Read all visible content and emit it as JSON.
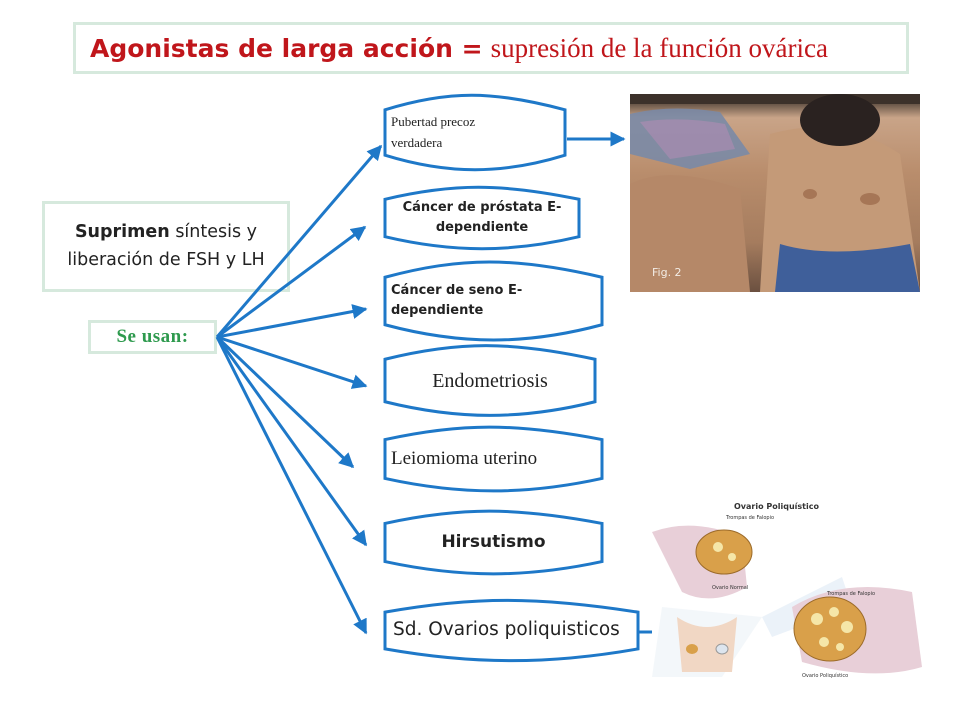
{
  "title": {
    "bold": "Agonistas de larga acción =",
    "rest": "supresión de la función ovárica"
  },
  "side_box": {
    "word_bold": "Suprimen",
    "line1_rest": "síntesis y",
    "line2": "liberación de FSH y LH"
  },
  "se_usan": "Se usan:",
  "items": [
    {
      "lines": [
        "Pubertad precoz",
        "verdadera"
      ]
    },
    {
      "lines": [
        "Cáncer de próstata E-",
        "dependiente"
      ]
    },
    {
      "lines": [
        "Cáncer de seno E-",
        "dependiente"
      ]
    },
    {
      "lines": [
        "Endometriosis"
      ]
    },
    {
      "lines": [
        "Leiomioma uterino"
      ]
    },
    {
      "lines": [
        "Hirsutismo"
      ]
    },
    {
      "lines": [
        "Sd. Ovarios poliquisticos"
      ]
    }
  ],
  "photo": {
    "caption": "Fig. 2"
  },
  "ovary_figure": {
    "title": "Ovario Poliquístico",
    "labels": {
      "tube_top": "Trompas de Falopio",
      "normal": "Ovario Normal",
      "tube_right": "Trompas de Falopio",
      "poly": "Ovario Poliquístico"
    }
  },
  "colors": {
    "accent_red": "#c0161b",
    "green": "#2e9a4e",
    "arrow_blue": "#1e78c8",
    "box_border": "#d6e9dd"
  }
}
